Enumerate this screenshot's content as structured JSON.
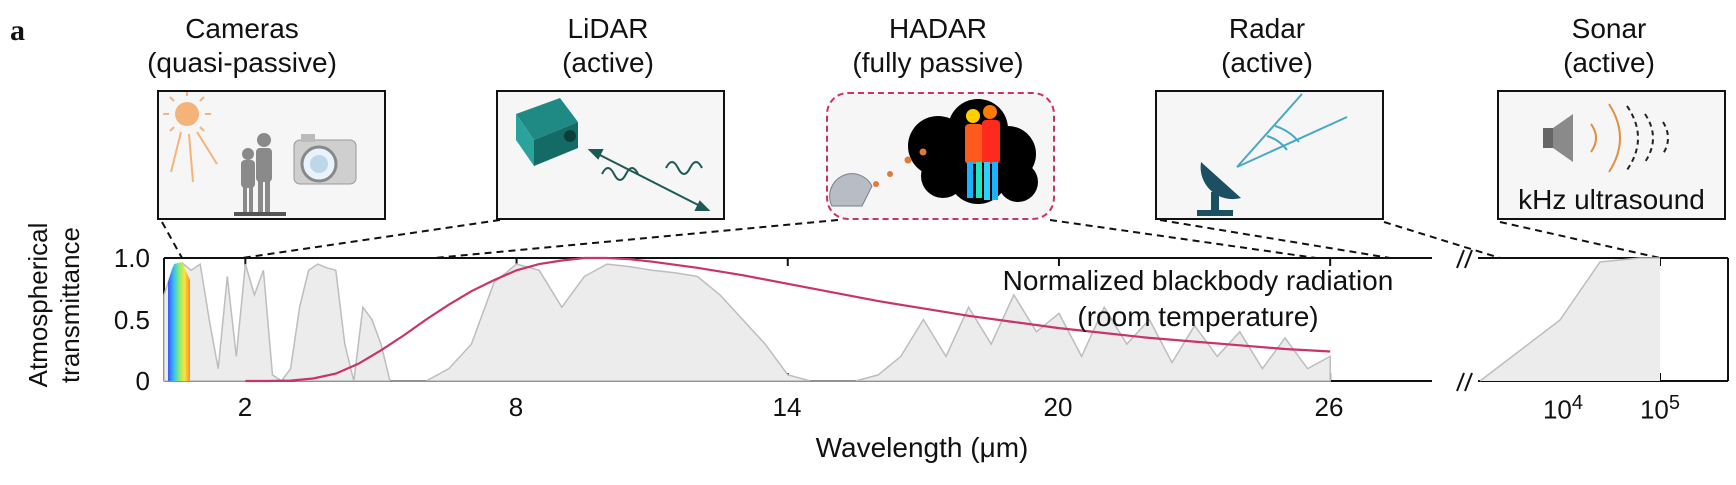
{
  "panel_label": "a",
  "technologies": [
    {
      "name": "Cameras",
      "mode": "(quasi-passive)"
    },
    {
      "name": "LiDAR",
      "mode": "(active)"
    },
    {
      "name": "HADAR",
      "mode": "(fully passive)"
    },
    {
      "name": "Radar",
      "mode": "(active)"
    },
    {
      "name": "Sonar",
      "mode": "(active)"
    }
  ],
  "sonar_caption": "kHz ultrasound",
  "plot": {
    "ylabel_line1": "Atmospherical",
    "ylabel_line2": "transmittance",
    "yticks": [
      "0",
      "0.5",
      "1.0"
    ],
    "xticks": [
      "2",
      "8",
      "14",
      "20",
      "26"
    ],
    "xticks_log": [
      "10",
      "10"
    ],
    "xticks_log_exp": [
      "4",
      "5"
    ],
    "xlabel": "Wavelength (μm)",
    "annotation_line1": "Normalized blackbody radiation",
    "annotation_line2": "(room temperature)"
  },
  "colors": {
    "blackbody": "#c8336b",
    "transmittance_fill": "#ececec",
    "transmittance_line": "#bdbdbd",
    "hadar_border": "#c8336b"
  },
  "chart_data": {
    "type": "area",
    "x_unit": "um",
    "xlim": [
      0.2,
      27
    ],
    "ylim": [
      0,
      1.0
    ],
    "series": [
      {
        "x": [
          0.2,
          0.4,
          0.6,
          0.8,
          1.0,
          1.2,
          1.4,
          1.6,
          1.8,
          2.0,
          2.2,
          2.4,
          2.6,
          2.8,
          3.0,
          3.2,
          3.4,
          3.6,
          3.8,
          4.0,
          4.2,
          4.4,
          4.6,
          4.8,
          5.0,
          5.2,
          5.4,
          5.6,
          5.8,
          6.0,
          6.5,
          7.0,
          7.5,
          8.0,
          8.5,
          9.0,
          9.5,
          10.0,
          10.5,
          11.0,
          11.5,
          12.0,
          12.5,
          13.0,
          13.5,
          14.0,
          14.5,
          15.0,
          15.5,
          16.0,
          16.5,
          17.0,
          17.5,
          18.0,
          18.5,
          19.0,
          19.5,
          20.0,
          20.5,
          21.0,
          21.5,
          22.0,
          22.5,
          23.0,
          23.5,
          24.0,
          24.5,
          25.0,
          25.5,
          26.0
        ],
        "y": [
          0.7,
          0.92,
          0.96,
          0.9,
          0.95,
          0.5,
          0.1,
          0.85,
          0.2,
          0.95,
          0.7,
          0.9,
          0.05,
          0.0,
          0.1,
          0.6,
          0.9,
          0.95,
          0.92,
          0.9,
          0.3,
          0.0,
          0.6,
          0.5,
          0.3,
          0.0,
          0.0,
          0.0,
          0.0,
          0.0,
          0.1,
          0.3,
          0.8,
          0.95,
          0.9,
          0.6,
          0.85,
          0.95,
          0.93,
          0.9,
          0.88,
          0.85,
          0.7,
          0.5,
          0.3,
          0.05,
          0.0,
          0.0,
          0.0,
          0.05,
          0.2,
          0.5,
          0.2,
          0.6,
          0.3,
          0.7,
          0.4,
          0.55,
          0.2,
          0.6,
          0.3,
          0.5,
          0.15,
          0.45,
          0.2,
          0.4,
          0.1,
          0.35,
          0.1,
          0.2
        ]
      },
      {
        "x": [
          2.0,
          2.5,
          3.0,
          3.5,
          4.0,
          4.5,
          5.0,
          5.5,
          6.0,
          6.5,
          7.0,
          7.5,
          8.0,
          8.5,
          9.0,
          9.5,
          10.0,
          10.5,
          11.0,
          12.0,
          13.0,
          14.0,
          15.0,
          16.0,
          17.0,
          18.0,
          19.0,
          20.0,
          21.0,
          22.0,
          23.0,
          24.0,
          25.0,
          26.0
        ],
        "y": [
          0.0,
          0.0,
          0.003,
          0.02,
          0.06,
          0.14,
          0.25,
          0.37,
          0.5,
          0.62,
          0.73,
          0.82,
          0.9,
          0.95,
          0.98,
          1.0,
          1.0,
          0.99,
          0.97,
          0.92,
          0.86,
          0.79,
          0.72,
          0.65,
          0.59,
          0.53,
          0.48,
          0.43,
          0.39,
          0.35,
          0.32,
          0.29,
          0.26,
          0.24
        ]
      }
    ],
    "log_segment": {
      "x": [
        10000,
        100000
      ],
      "tick_labels": [
        "10^4",
        "10^5"
      ]
    }
  }
}
